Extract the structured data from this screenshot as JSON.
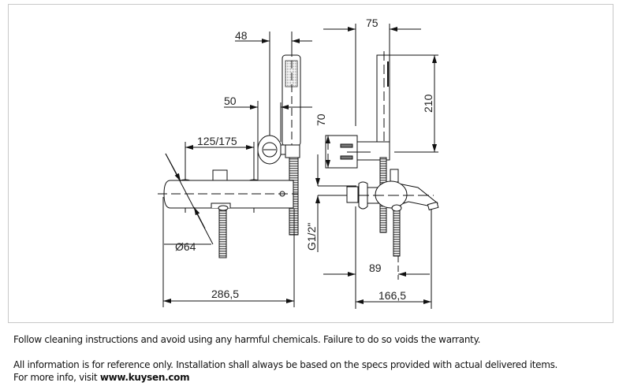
{
  "drawing": {
    "front_view": {
      "dim_handshower_offset": "48",
      "dim_bracket_offset": "50",
      "dim_centers": "125/175",
      "dim_diameter": "Ø64",
      "dim_total_width": "286,5",
      "dim_thread": "G1/2\""
    },
    "side_view": {
      "dim_depth_top": "75",
      "dim_handshower_height": "210",
      "dim_bracket_height": "70",
      "dim_projection": "89",
      "dim_total_depth": "166,5"
    }
  },
  "notes": {
    "cleaning": "Follow cleaning instructions and avoid using any harmful chemicals. Failure to do so voids the warranty.",
    "reference": "All information is for reference only. Installation shall always be based on the specs provided with actual delivered items.",
    "more_info_prefix": "For more info, visit ",
    "website": "www.kuysen.com"
  }
}
